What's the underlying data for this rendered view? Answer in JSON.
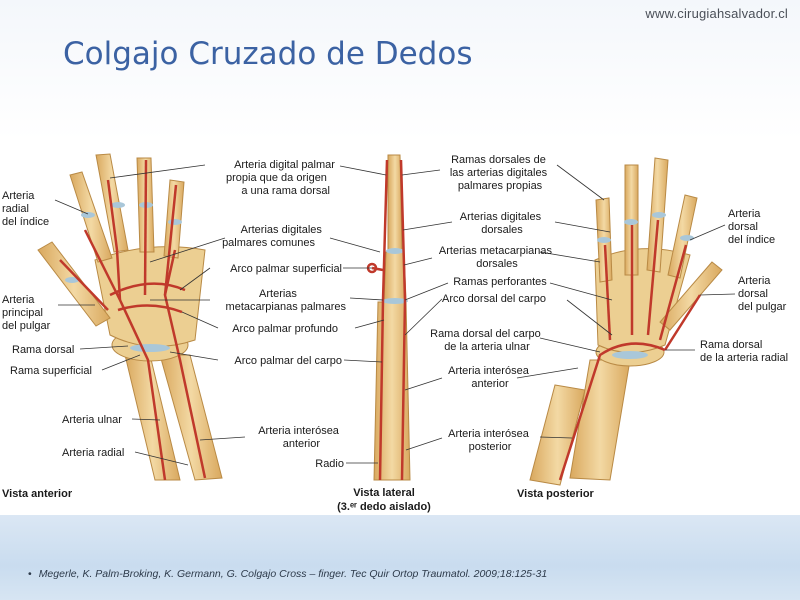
{
  "header": {
    "site_url": "www.cirugiahsalvador.cl",
    "title": "Colgajo Cruzado de Dedos"
  },
  "figure": {
    "labels": {
      "arteria_radial_indice": [
        "Arteria",
        "radial",
        "del índice"
      ],
      "arteria_principal_pulgar": [
        "Arteria",
        "principal",
        "del pulgar"
      ],
      "rama_dorsal": [
        "Rama dorsal"
      ],
      "rama_superficial": [
        "Rama superficial"
      ],
      "arteria_ulnar": [
        "Arteria ulnar"
      ],
      "arteria_radial": [
        "Arteria radial"
      ],
      "arteria_digital_palmar": [
        "Arteria digital palmar",
        "propia que da origen",
        "a una rama dorsal"
      ],
      "arterias_digitales_palmares_comunes": [
        "Arterias digitales",
        "palmares comunes"
      ],
      "arco_palmar_superficial": [
        "Arco palmar superficial"
      ],
      "arterias_metacarpianas_palmares": [
        "Arterias",
        "metacarpianas palmares"
      ],
      "arco_palmar_profundo": [
        "Arco palmar profundo"
      ],
      "arco_palmar_carpo": [
        "Arco palmar del carpo"
      ],
      "arteria_interosea_anterior_1": [
        "Arteria interósea",
        "anterior"
      ],
      "radio": [
        "Radio"
      ],
      "ramas_dorsales": [
        "Ramas dorsales de",
        "las arterias digitales",
        "palmares propias"
      ],
      "arterias_digitales_dorsales": [
        "Arterias digitales",
        "dorsales"
      ],
      "arterias_metacarpianas_dorsales": [
        "Arterias metacarpianas",
        "dorsales"
      ],
      "ramas_perforantes": [
        "Ramas perforantes"
      ],
      "arco_dorsal_carpo": [
        "Arco dorsal del carpo"
      ],
      "rama_dorsal_carpo_ulnar": [
        "Rama dorsal del carpo",
        "de la arteria ulnar"
      ],
      "arteria_interosea_anterior_2": [
        "Arteria interósea",
        "anterior"
      ],
      "arteria_interosea_posterior": [
        "Arteria interósea",
        "posterior"
      ],
      "arteria_dorsal_indice": [
        "Arteria",
        "dorsal",
        "del índice"
      ],
      "arteria_dorsal_pulgar": [
        "Arteria",
        "dorsal",
        "del pulgar"
      ],
      "rama_dorsal_arteria_radial": [
        "Rama dorsal",
        "de la arteria radial"
      ]
    },
    "views": {
      "anterior": "Vista anterior",
      "lateral_1": "Vista lateral",
      "lateral_2": "(3.ᵉʳ dedo aislado)",
      "posterior": "Vista posterior"
    }
  },
  "footer": {
    "bullet": "•",
    "citation": "Megerle, K. Palm-Broking, K. Germann, G. Colgajo Cross – finger. Tec Quir Ortop Traumatol. 2009;18:125-31"
  },
  "colors": {
    "title": "#3b62a3",
    "bone": "#e9c98a",
    "artery": "#c0392b",
    "band": "#c9dcef"
  }
}
